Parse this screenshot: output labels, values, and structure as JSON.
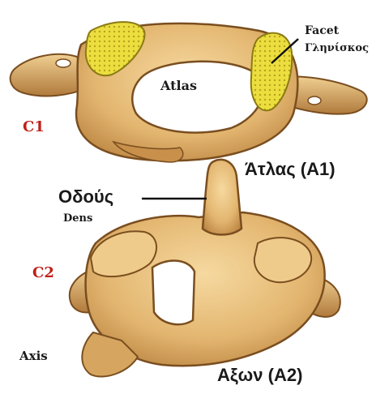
{
  "labels": {
    "facet_en": "Facet",
    "facet_gr": "Γληνίσκος",
    "atlas_en": "Atlas",
    "c1": "C1",
    "atlas_gr": "Άτλας (Α1)",
    "dens_gr": "Οδούς",
    "dens_en": "Dens",
    "c2": "C2",
    "axis_en": "Axis",
    "axis_gr": "Αξων (Α2)"
  },
  "colors": {
    "bone": "#e0b56e",
    "bone_light": "#f1cf92",
    "bone_shadow": "#a9763a",
    "outline": "#7a4e1f",
    "facet": "#e9dc3c",
    "level_label": "#c0201a",
    "text": "#1a1a1a"
  }
}
